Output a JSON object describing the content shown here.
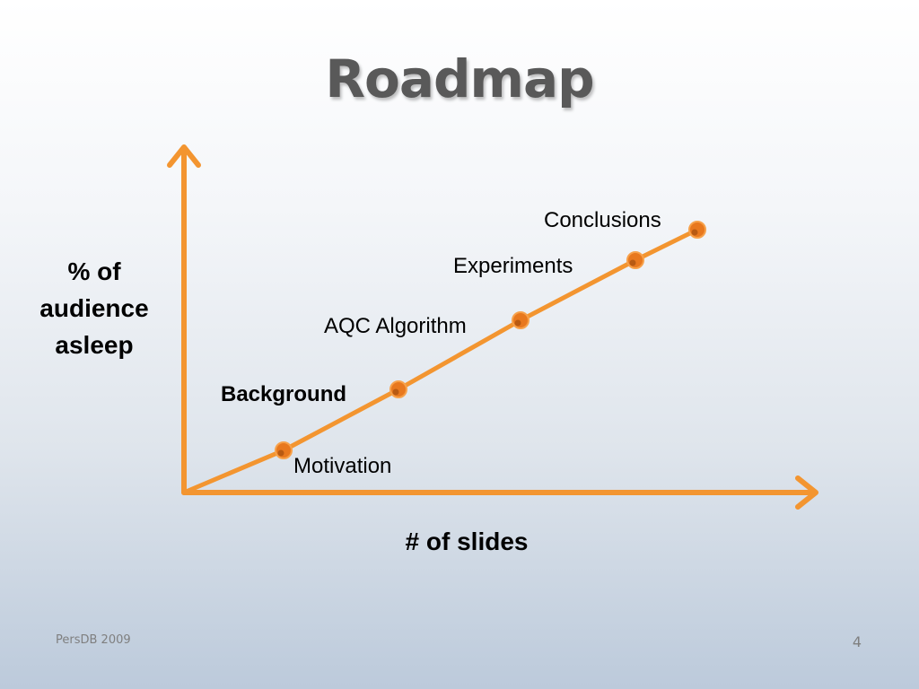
{
  "slide": {
    "title": "Roadmap",
    "y_axis_label": "% of audience asleep",
    "x_axis_label": "# of slides",
    "footer_left": "PersDB 2009",
    "page_number": "4"
  },
  "milestones": [
    {
      "label": "Motivation",
      "bold": false
    },
    {
      "label": "Background",
      "bold": true
    },
    {
      "label": "AQC Algorithm",
      "bold": false
    },
    {
      "label": "Experiments",
      "bold": false
    },
    {
      "label": "Conclusions",
      "bold": false
    }
  ],
  "colors": {
    "accent": "#f39530",
    "marker_fill": "#e8781e",
    "marker_center": "#b85a12",
    "text": "#000000",
    "title": "#595959",
    "footer": "#7f7f7f"
  }
}
